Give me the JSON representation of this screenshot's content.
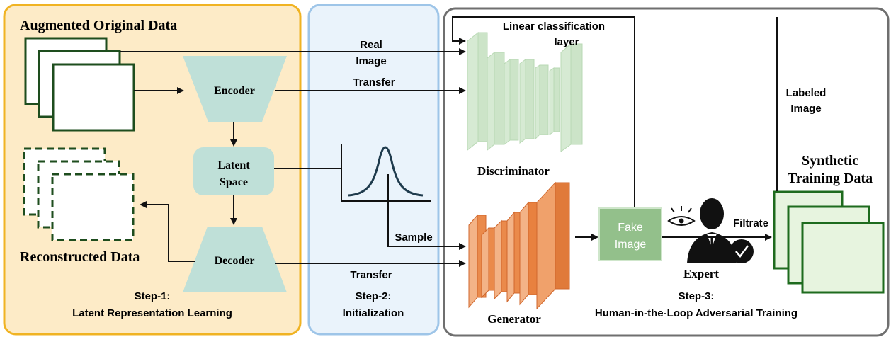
{
  "panels": {
    "step1": {
      "title": "Augmented Original Data",
      "reconstructed": "Reconstructed Data",
      "encoder": "Encoder",
      "latent_line1": "Latent",
      "latent_line2": "Space",
      "decoder": "Decoder",
      "step_label": "Step-1:",
      "step_name": "Latent Representation Learning"
    },
    "step2": {
      "step_label": "Step-2:",
      "step_name": "Initialization"
    },
    "step3": {
      "linear_line1": "Linear classification",
      "linear_line2": "layer",
      "discriminator": "Discriminator",
      "generator": "Generator",
      "fake_line1": "Fake",
      "fake_line2": "Image",
      "expert": "Expert",
      "filtrate": "Filtrate",
      "labeled_line1": "Labeled",
      "labeled_line2": "Image",
      "synthetic_line1": "Synthetic",
      "synthetic_line2": "Training Data",
      "step_label": "Step-3:",
      "step_name": "Human-in-the-Loop Adversarial Training"
    }
  },
  "arrows": {
    "real_line1": "Real",
    "real_line2": "Image",
    "transfer_top": "Transfer",
    "sample": "Sample",
    "transfer_bottom": "Transfer"
  },
  "colors": {
    "panel1_fill": "#fdebc7",
    "panel1_border": "#f0b323",
    "panel2_fill": "#eaf3fb",
    "panel2_border": "#9ec5e8",
    "panel3_border": "#6f6f6f",
    "teal": "#bfe0d8",
    "discriminator": "#cfe6cb",
    "generator": "#e8813f",
    "fake_box": "#93c08b",
    "synthetic_fill": "#e7f4df",
    "synthetic_border": "#1e6b1e",
    "doc_border": "#1e4d1e"
  }
}
